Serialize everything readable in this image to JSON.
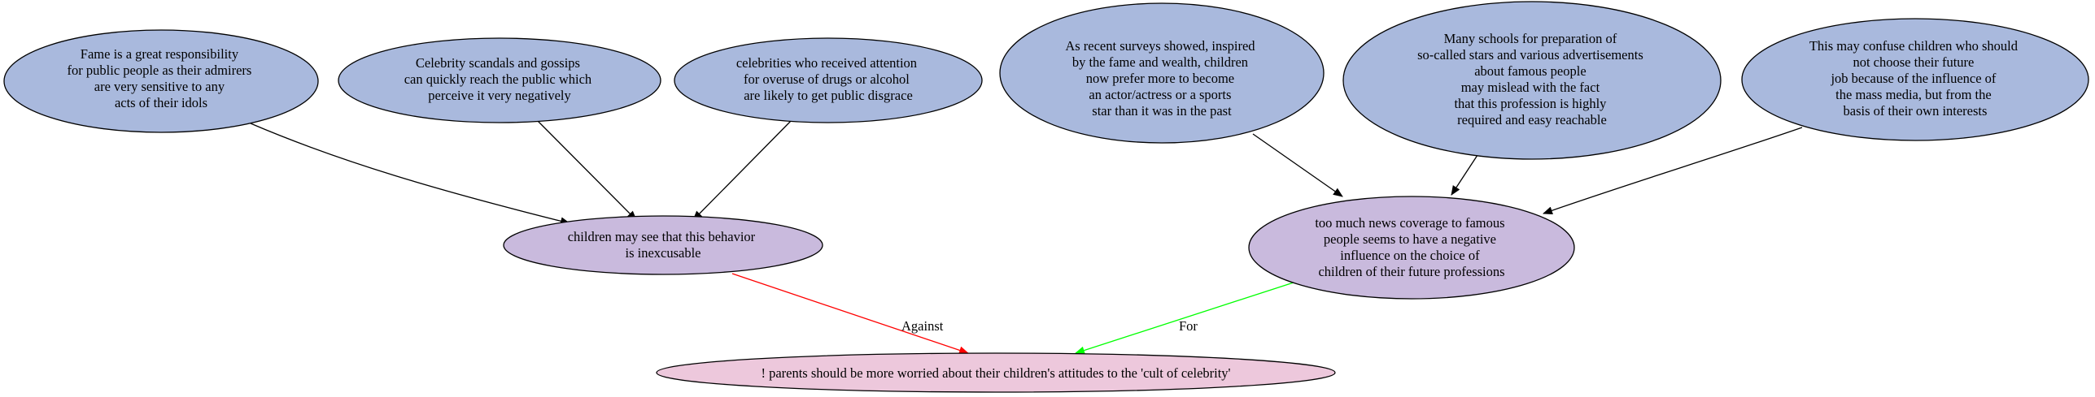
{
  "colors": {
    "premise_fill": "#a9b9dd",
    "conclusion_fill": "#c9badd",
    "claim_fill": "#edc8dc",
    "stroke": "#000000",
    "edge_support": "#000000",
    "edge_against": "#ff0000",
    "edge_for": "#00ff00"
  },
  "nodes": {
    "p1": {
      "lines": [
        "Fame is a great responsibility",
        "for public people as their admirers",
        "are very sensitive to any",
        "acts of their idols"
      ]
    },
    "p2": {
      "lines": [
        "Celebrity scandals and gossips",
        "can quickly reach the public which",
        "perceive it very negatively"
      ]
    },
    "p3": {
      "lines": [
        "celebrities who received attention",
        "for overuse of drugs or alcohol",
        "are likely to get public disgrace"
      ]
    },
    "p4": {
      "lines": [
        "As recent surveys showed, inspired",
        "by the fame and wealth, children",
        "now prefer more to become",
        "an actor/actress or a sports",
        "star than it was in the past"
      ]
    },
    "p5": {
      "lines": [
        "Many schools for preparation of",
        "so-called stars and various advertisements",
        "about famous people",
        "may mislead with the fact",
        "that this profession is highly",
        "required and easy reachable"
      ]
    },
    "p6": {
      "lines": [
        "This may confuse children who should",
        "not choose their future",
        "job because of the influence of",
        "the mass media, but from the",
        "basis of their own interests"
      ]
    },
    "c1": {
      "lines": [
        "children may see that this behavior",
        "is inexcusable"
      ]
    },
    "c2": {
      "lines": [
        "too much news coverage to famous",
        "people seems to have a negative",
        "influence on the choice of",
        "children of their future professions"
      ]
    },
    "claim": {
      "lines": [
        "! parents should be more worried about their children's attitudes to the 'cult of celebrity'"
      ]
    }
  },
  "edges": [
    {
      "from": "p1",
      "to": "c1",
      "kind": "support"
    },
    {
      "from": "p2",
      "to": "c1",
      "kind": "support"
    },
    {
      "from": "p3",
      "to": "c1",
      "kind": "support"
    },
    {
      "from": "p4",
      "to": "c2",
      "kind": "support"
    },
    {
      "from": "p5",
      "to": "c2",
      "kind": "support"
    },
    {
      "from": "p6",
      "to": "c2",
      "kind": "support"
    },
    {
      "from": "c1",
      "to": "claim",
      "kind": "against",
      "label": "Against"
    },
    {
      "from": "c2",
      "to": "claim",
      "kind": "for",
      "label": "For"
    }
  ]
}
